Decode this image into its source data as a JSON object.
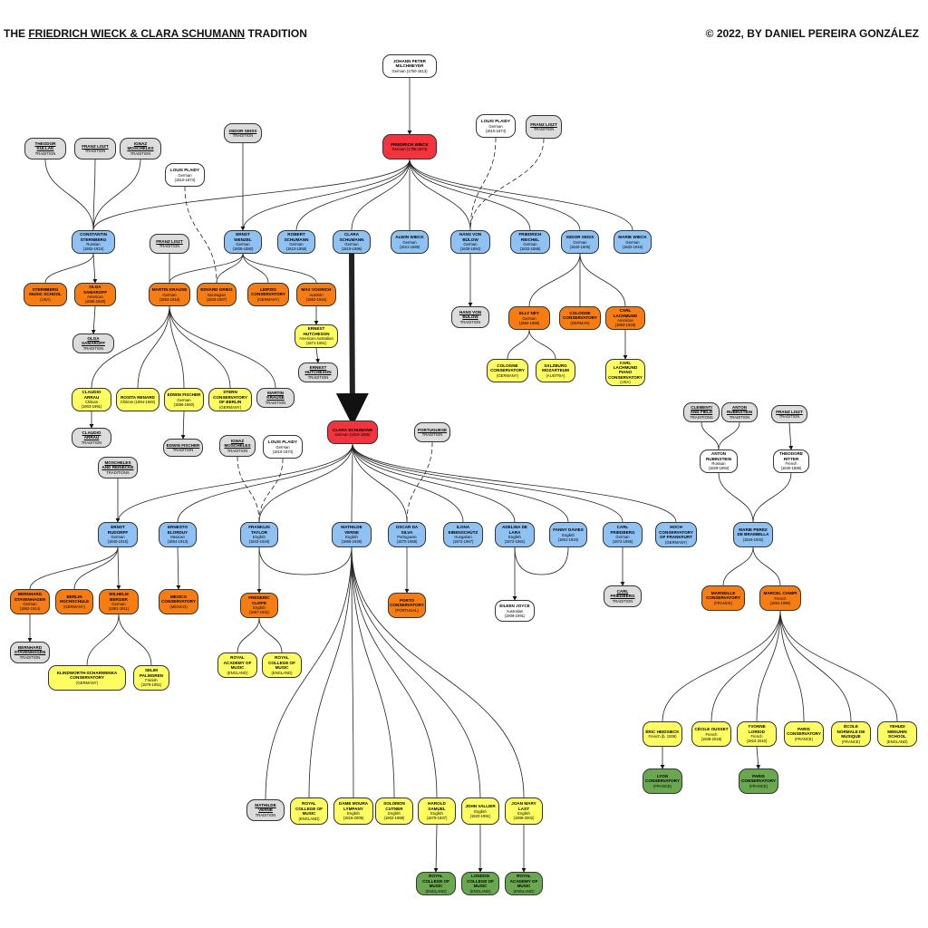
{
  "header": {
    "title_pre": "THE ",
    "title_underlined": "FRIEDRICH WIECK & CLARA SCHUMANN",
    "title_post": " TRADITION",
    "copyright": "© 2022, BY DANIEL PEREIRA GONZÁLEZ"
  },
  "colors": {
    "red": "#f4333c",
    "blue": "#8fc1f3",
    "orange": "#f77d13",
    "yellow": "#fdfd62",
    "gray": "#dcdcdc",
    "white": "#ffffff",
    "green": "#6aa84f"
  },
  "nodes": [
    {
      "id": "melchiever",
      "name": "JOHANN PETER MILCHMEYER",
      "sub": [
        "German (1750-1813)"
      ],
      "color": "white"
    },
    {
      "id": "wieck",
      "name": "FRIEDRICH WIECK",
      "sub": [
        "German (1785-1873)"
      ],
      "color": "red"
    },
    {
      "id": "plaidy_top",
      "name": "LOUIS PLAIDY",
      "sub": [
        "German",
        "(1810-1874)"
      ],
      "color": "white"
    },
    {
      "id": "liszt_top",
      "name": "FRANZ LISZT",
      "sub": [
        "TRADITION"
      ],
      "color": "gray",
      "u": true
    },
    {
      "id": "kullak",
      "name": "THEODOR KULLAK",
      "sub": [
        "TRADITION"
      ],
      "color": "gray",
      "u": true
    },
    {
      "id": "liszt_left",
      "name": "FRANZ LISZT",
      "sub": [
        "TRADITION"
      ],
      "color": "gray",
      "u": true
    },
    {
      "id": "moscheles_top",
      "name": "IGNAZ MOSCHELES",
      "sub": [
        "TRADITION"
      ],
      "color": "gray",
      "u": true
    },
    {
      "id": "reiss_top",
      "name": "ISIDOR SEISS",
      "sub": [
        "TRADITION"
      ],
      "color": "gray",
      "u": true
    },
    {
      "id": "plaidy_mid",
      "name": "LOUIS PLAIDY",
      "sub": [
        "German",
        "(1810-1874)"
      ],
      "color": "white"
    },
    {
      "id": "sternberg",
      "name": "CONSTANTIN STERNBERG",
      "sub": [
        "Russian",
        "(1852-1924)"
      ],
      "color": "blue"
    },
    {
      "id": "liszt_krause",
      "name": "FRANZ LISZT",
      "sub": [
        "TRADITION"
      ],
      "color": "gray",
      "u": true
    },
    {
      "id": "wenzel",
      "name": "ERNST WENZEL",
      "sub": [
        "German",
        "(1808-1880)"
      ],
      "color": "blue"
    },
    {
      "id": "rschumann",
      "name": "ROBERT SCHUMANN",
      "sub": [
        "German",
        "(1810-1856)"
      ],
      "color": "blue"
    },
    {
      "id": "cschumann_top",
      "name": "CLARA SCHUMANN",
      "sub": [
        "German",
        "(1819-1896)"
      ],
      "color": "blue"
    },
    {
      "id": "alwin",
      "name": "ALWIN WIECK",
      "sub": [
        "German",
        "(1821-1885)"
      ],
      "color": "blue"
    },
    {
      "id": "bulow",
      "name": "HANS VON BÜLOW",
      "sub": [
        "German",
        "(1830-1894)"
      ],
      "color": "blue"
    },
    {
      "id": "reichel",
      "name": "FRIEDRICH REICHEL",
      "sub": [
        "German",
        "(1833-1889)"
      ],
      "color": "blue"
    },
    {
      "id": "seiss",
      "name": "ISIDOR SEISS",
      "sub": [
        "German",
        "(1840-1905)"
      ],
      "color": "blue"
    },
    {
      "id": "marie",
      "name": "MARIE WIECK",
      "sub": [
        "German",
        "(1832-1916)"
      ],
      "color": "blue"
    },
    {
      "id": "sternberg_school",
      "name": "STERNBERG MUSIC SCHOOL",
      "sub": [
        "(USA)"
      ],
      "color": "orange"
    },
    {
      "id": "samaroff",
      "name": "OLGA SAMAROFF",
      "sub": [
        "American",
        "(1880-1948)"
      ],
      "color": "orange"
    },
    {
      "id": "krause",
      "name": "MARTIN KRAUSE",
      "sub": [
        "German",
        "(1853-1918)"
      ],
      "color": "orange"
    },
    {
      "id": "grieg",
      "name": "EDVARD GRIEG",
      "sub": [
        "Norwegian",
        "(1843-1907)"
      ],
      "color": "orange"
    },
    {
      "id": "leipzig",
      "name": "LEIPZIG CONSERVATORY",
      "sub": [
        "(GERMANY)"
      ],
      "color": "orange"
    },
    {
      "id": "vogrich",
      "name": "MAX VOGRICH",
      "sub": [
        "Austrian",
        "(1852-1916)"
      ],
      "color": "orange"
    },
    {
      "id": "bulow_trad",
      "name": "HANS VON BÜLOW",
      "sub": [
        "TRADITION"
      ],
      "color": "gray",
      "u": true
    },
    {
      "id": "ney",
      "name": "ELLY NEY",
      "sub": [
        "German",
        "(1882-1968)"
      ],
      "color": "orange"
    },
    {
      "id": "cologne",
      "name": "COLOGNE CONSERVATORY",
      "sub": [
        "(GERMAN)"
      ],
      "color": "orange"
    },
    {
      "id": "lachmund",
      "name": "CARL LACHMUND",
      "sub": [
        "American",
        "(1853-1928)"
      ],
      "color": "orange"
    },
    {
      "id": "samaroff_trad",
      "name": "OLGA SAMAROFF",
      "sub": [
        "TRADITION"
      ],
      "color": "gray",
      "u": true
    },
    {
      "id": "hutcheson",
      "name": "ERNEST HUTCHESON",
      "sub": [
        "American-Australian",
        "(1871-1951)"
      ],
      "color": "yellow"
    },
    {
      "id": "hutcheson_trad",
      "name": "ERNEST HUTCHESON",
      "sub": [
        "TRADITION"
      ],
      "color": "gray",
      "u": true
    },
    {
      "id": "cologne_y",
      "name": "COLOGNE CONSERVATORY",
      "sub": [
        "(GERMANY)"
      ],
      "color": "yellow"
    },
    {
      "id": "salzburg",
      "name": "SALZBURG MOZARTEUM",
      "sub": [
        "(AUSTRIA)"
      ],
      "color": "yellow"
    },
    {
      "id": "lachmund_cons",
      "name": "CARL LACHMUND PIANO CONSERVATORY",
      "sub": [
        "(USA)"
      ],
      "color": "yellow"
    },
    {
      "id": "arrau",
      "name": "CLAUDIO ARRAU",
      "sub": [
        "Chilean",
        "(1903-1991)"
      ],
      "color": "yellow"
    },
    {
      "id": "renard",
      "name": "ROSITA RENARD",
      "sub": [
        "Chilean (1894-1949)"
      ],
      "color": "yellow"
    },
    {
      "id": "fischer",
      "name": "EDWIN FISCHER",
      "sub": [
        "German",
        "(1886-1960)"
      ],
      "color": "yellow"
    },
    {
      "id": "stern",
      "name": "STERN CONSERVATORY OF BERLIN",
      "sub": [
        "(GERMANY)"
      ],
      "color": "yellow"
    },
    {
      "id": "krause_trad",
      "name": "MARTIN KRAUSE",
      "sub": [
        "TRADITION"
      ],
      "color": "gray",
      "u": true
    },
    {
      "id": "arrau_trad",
      "name": "CLAUDIO ARRAU",
      "sub": [
        "TRADITION"
      ],
      "color": "gray",
      "u": true
    },
    {
      "id": "fischer_trad",
      "name": "EDWIN FISCHER",
      "sub": [
        "TRADITION"
      ],
      "color": "gray",
      "u": true
    },
    {
      "id": "clementi",
      "name": "CLEMENTI AND FIELD",
      "sub": [
        "TRADITIONS"
      ],
      "color": "gray",
      "u": true
    },
    {
      "id": "anton_trad",
      "name": "ANTON RUBINSTEIN",
      "sub": [
        "TRADITION"
      ],
      "color": "gray",
      "u": true
    },
    {
      "id": "liszt_right",
      "name": "FRANZ LISZT",
      "sub": [
        "TRADITION"
      ],
      "color": "gray",
      "u": true
    },
    {
      "id": "anton",
      "name": "ANTON RUBINSTEIN",
      "sub": [
        "Russian",
        "(1829-1894)"
      ],
      "color": "white"
    },
    {
      "id": "ritter",
      "name": "THEODORE RITTER",
      "sub": [
        "French",
        "(1840-1886)"
      ],
      "color": "white"
    },
    {
      "id": "cschumann",
      "name": "CLARA SCHUMANN",
      "sub": [
        "German (1819-1896)"
      ],
      "color": "red"
    },
    {
      "id": "portuguese",
      "name": "PORTUGUESE",
      "sub": [
        "TRADITION"
      ],
      "color": "gray",
      "u": true
    },
    {
      "id": "moscheles_mid",
      "name": "IGNAZ MOSCHELES",
      "sub": [
        "TRADITION"
      ],
      "color": "gray",
      "u": true
    },
    {
      "id": "plaidy_low",
      "name": "LOUIS PLAIDY",
      "sub": [
        "German",
        "(1810-1874)"
      ],
      "color": "white"
    },
    {
      "id": "moscheles_reinecke",
      "name": "MOSCHELES AND REINECKE",
      "sub": [
        "TRADITIONS"
      ],
      "color": "gray",
      "u": true
    },
    {
      "id": "rudorff",
      "name": "ERNST RUDORFF",
      "sub": [
        "German",
        "(1840-1916)"
      ],
      "color": "blue"
    },
    {
      "id": "elorduy",
      "name": "ERNESTO ELORDUY",
      "sub": [
        "Mexican",
        "(1854-1913)"
      ],
      "color": "blue"
    },
    {
      "id": "taylor",
      "name": "FRANKLIN TAYLOR",
      "sub": [
        "English",
        "(1843-1919)"
      ],
      "color": "blue"
    },
    {
      "id": "verne",
      "name": "MATHILDE VERNE",
      "sub": [
        "English",
        "(1865-1936)"
      ],
      "color": "blue"
    },
    {
      "id": "dasilva",
      "name": "OSCAR DA SILVA",
      "sub": [
        "Portuguese",
        "(1870-1958)"
      ],
      "color": "blue"
    },
    {
      "id": "eibenschutz",
      "name": "ILONA EIBENSCHÜTZ",
      "sub": [
        "Hungarian",
        "(1872-1967)"
      ],
      "color": "blue"
    },
    {
      "id": "delara",
      "name": "ADELINA DE LARA",
      "sub": [
        "English",
        "(1872-1961)"
      ],
      "color": "blue"
    },
    {
      "id": "davies",
      "name": "FANNY DAVIES",
      "sub": [
        "English",
        "(1861-1934)"
      ],
      "color": "blue"
    },
    {
      "id": "friedberg",
      "name": "CARL FRIEDBERG",
      "sub": [
        "German",
        "(1872-1955)"
      ],
      "color": "blue"
    },
    {
      "id": "hoch",
      "name": "HOCH CONSERVATORY OF FRANKFURT",
      "sub": [
        "(GERMANY)"
      ],
      "color": "blue"
    },
    {
      "id": "bramelle",
      "name": "MARIE PEREZ DE BRAMBILLA",
      "sub": [
        "(1844-1932)"
      ],
      "color": "blue"
    },
    {
      "id": "stavenhagen",
      "name": "BERNHARD STAVENHAGEN",
      "sub": [
        "German",
        "(1862-1914)"
      ],
      "color": "orange"
    },
    {
      "id": "berlin_hs",
      "name": "BERLIN HOCHSCHULE",
      "sub": [
        "(GERMANY)"
      ],
      "color": "orange"
    },
    {
      "id": "berger",
      "name": "WILHELM BERGER",
      "sub": [
        "German",
        "(1861-1911)"
      ],
      "color": "orange"
    },
    {
      "id": "mexico",
      "name": "MEXICO CONSERVATORY",
      "sub": [
        "(MEXICO)"
      ],
      "color": "orange"
    },
    {
      "id": "cliffe",
      "name": "FREDERIC CLIFFE",
      "sub": [
        "English",
        "(1857-1931)"
      ],
      "color": "orange"
    },
    {
      "id": "porto",
      "name": "PORTO CONSERVATORY",
      "sub": [
        "(PORTUGAL)"
      ],
      "color": "orange"
    },
    {
      "id": "joyce",
      "name": "EILEEN JOYCE",
      "sub": [
        "Australian",
        "(1908-1991)"
      ],
      "color": "white"
    },
    {
      "id": "friedberg_trad",
      "name": "CARL FRIEDBERG",
      "sub": [
        "TRADITION"
      ],
      "color": "gray",
      "u": true
    },
    {
      "id": "marseille",
      "name": "MARSEILLE CONSERVATORY",
      "sub": [
        "(FRANCE)"
      ],
      "color": "orange"
    },
    {
      "id": "ciampi",
      "name": "MARCEL CIAMPI",
      "sub": [
        "French",
        "(1891-1980)"
      ],
      "color": "orange"
    },
    {
      "id": "stavenhagen_trad",
      "name": "BERNHARD STAVENHAGEN",
      "sub": [
        "TRADITION"
      ],
      "color": "gray",
      "u": true
    },
    {
      "id": "klindworth",
      "name": "KLINDWORTH-SCHARWENKA CONSERVATORY",
      "sub": [
        "(GERMANY)"
      ],
      "color": "yellow"
    },
    {
      "id": "palmgren",
      "name": "SELIM PALMGREN",
      "sub": [
        "Finnish",
        "(1878-1951)"
      ],
      "color": "yellow"
    },
    {
      "id": "ram1",
      "name": "ROYAL ACADEMY OF MUSIC",
      "sub": [
        "(ENGLAND)"
      ],
      "color": "yellow"
    },
    {
      "id": "rcm1",
      "name": "ROYAL COLLEGE OF MUSIC",
      "sub": [
        "(ENGLAND)"
      ],
      "color": "yellow"
    },
    {
      "id": "heidsieck",
      "name": "ÉRIC HEIDSIECK",
      "sub": [
        "French (b. 1936)"
      ],
      "color": "yellow"
    },
    {
      "id": "oubert",
      "name": "CÉCILE OUSSET",
      "sub": [
        "French",
        "(1936-2018)"
      ],
      "color": "yellow"
    },
    {
      "id": "loriod",
      "name": "YVONNE LORIOD",
      "sub": [
        "French",
        "(1924-2010)"
      ],
      "color": "yellow"
    },
    {
      "id": "paris_y",
      "name": "PARIS CONSERVATORY",
      "sub": [
        "(FRANCE)"
      ],
      "color": "yellow"
    },
    {
      "id": "normale",
      "name": "ÉCOLE NORMALE DE MUSIQUE",
      "sub": [
        "(FRANCE)"
      ],
      "color": "yellow"
    },
    {
      "id": "menuhin",
      "name": "YEHUDI MENUHIN SCHOOL",
      "sub": [
        "(ENGLAND)"
      ],
      "color": "yellow"
    },
    {
      "id": "lyon",
      "name": "LYON CONSERVATORY",
      "sub": [
        "(FRANCE)"
      ],
      "color": "green"
    },
    {
      "id": "paris_g",
      "name": "PARIS CONSERVATORY",
      "sub": [
        "(FRANCE)"
      ],
      "color": "green"
    },
    {
      "id": "verne_trad",
      "name": "MATHILDE VERNE",
      "sub": [
        "TRADITION"
      ],
      "color": "gray",
      "u": true
    },
    {
      "id": "rcm2",
      "name": "ROYAL COLLEGE OF MUSIC",
      "sub": [
        "(ENGLAND)"
      ],
      "color": "yellow"
    },
    {
      "id": "lympany",
      "name": "DAME MOURA LYMPANY",
      "sub": [
        "English",
        "(1916-2005)"
      ],
      "color": "yellow"
    },
    {
      "id": "cutner",
      "name": "SOLOMON CUTNER",
      "sub": [
        "English",
        "(1902-1988)"
      ],
      "color": "yellow"
    },
    {
      "id": "samuel",
      "name": "HAROLD SAMUEL",
      "sub": [
        "English",
        "(1879-1937)"
      ],
      "color": "yellow"
    },
    {
      "id": "vallier",
      "name": "JOHN VALLIER",
      "sub": [
        "English",
        "(1920-1991)"
      ],
      "color": "yellow"
    },
    {
      "id": "last",
      "name": "JOAN MARY LAST",
      "sub": [
        "English",
        "(1908-2002)"
      ],
      "color": "yellow"
    },
    {
      "id": "rcm3",
      "name": "ROYAL COLLEGE OF MUSIC",
      "sub": [
        "(ENGLAND)"
      ],
      "color": "green"
    },
    {
      "id": "london",
      "name": "LONDON COLLEGE OF MUSIC",
      "sub": [
        "(ENGLAND)"
      ],
      "color": "green"
    },
    {
      "id": "ram2",
      "name": "ROYAL ACADEMY OF MUSIC",
      "sub": [
        "(ENGLAND)"
      ],
      "color": "green"
    }
  ]
}
